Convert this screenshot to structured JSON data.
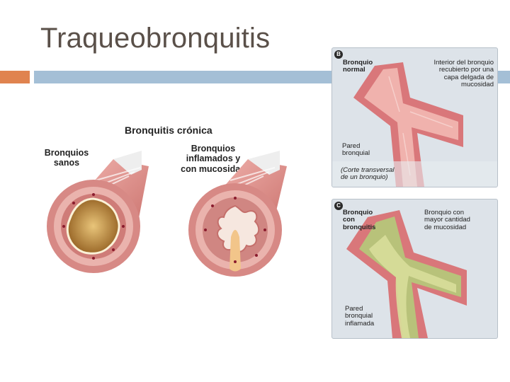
{
  "slide": {
    "title": "Traqueobronquitis"
  },
  "left_figure": {
    "title": "Bronquitis crónica",
    "label_healthy": "Bronquios\nsanos",
    "label_inflamed": "Bronquios\ninflamados y\ncon mucosidad"
  },
  "right_figure": {
    "panel_b": {
      "badge": "B",
      "label_normal": "Bronquio\nnormal",
      "label_interior": "Interior del bronquio\nrecubierto por una\ncapa delgada de\nmucosidad",
      "label_wall": "Pared\nbronquial",
      "label_section": "(Corte transversal\nde un bronquio)"
    },
    "panel_c": {
      "badge": "C",
      "label_bronchitis": "Bronquio\ncon\nbronquitis",
      "label_more_mucus": "Bronquio con\nmayor cantidad\nde mucosidad",
      "label_inflamed_wall": "Pared\nbronquial\ninflamada"
    }
  },
  "colors": {
    "title_text": "#5a5049",
    "accent_orange": "#e0834f",
    "accent_blue": "#a4bfd6",
    "tissue_pink": "#e49a97",
    "tissue_dark": "#b95e5c",
    "mucus_green": "#b7c27a",
    "mucus_yellow": "#e8c27a"
  }
}
